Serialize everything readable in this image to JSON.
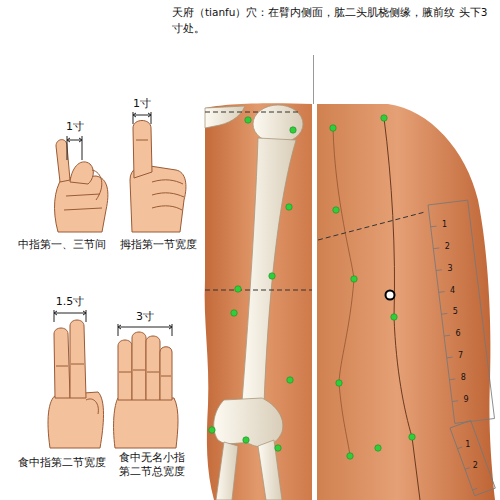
{
  "diagram": {
    "title": "天府（tianfu）穴：在臂内侧面，肱二头肌桡侧缘，腋前纹 头下3寸处。",
    "labels": [
      "1寸",
      "中指第一、三节间",
      "1寸",
      "拇指第一节宽度",
      "1.5寸",
      "食中指第二节宽度",
      "3寸",
      "食中无名小指 第二节总宽度",
      "1",
      "2",
      "3",
      "4",
      "5",
      "6",
      "7",
      "8",
      "9",
      "1",
      "2"
    ]
  }
}
